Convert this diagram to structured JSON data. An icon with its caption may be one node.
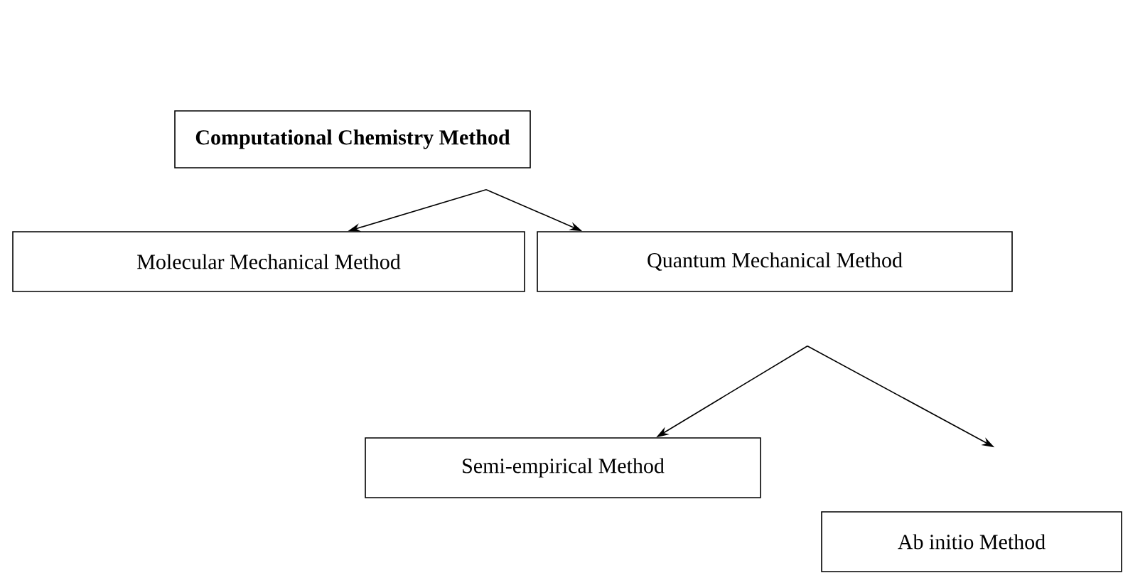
{
  "diagram": {
    "nodes": [
      {
        "text": [
          "Computational Chemistry Method"
        ]
      },
      {
        "text": [
          "Molecular Mechanical Method"
        ]
      },
      {
        "text": [
          "Quantum Mechanical Method"
        ]
      },
      {
        "text": [
          "Semi-empirical Method"
        ]
      },
      {
        "text": [
          "Ab initio Method"
        ]
      }
    ],
    "edges": [
      {
        "from": 0,
        "to": 1,
        "arrow": "to"
      },
      {
        "from": 0,
        "to": 2,
        "arrow": "to"
      },
      {
        "from": 2,
        "to": 3,
        "arrow": "to"
      },
      {
        "from": 2,
        "to": 4,
        "arrow": "to"
      }
    ]
  }
}
